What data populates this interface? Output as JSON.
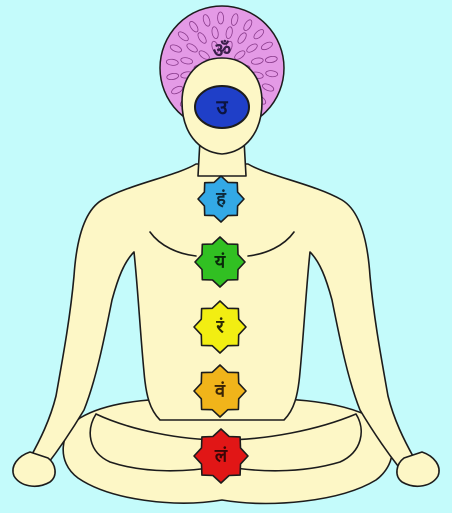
{
  "colors": {
    "background": "#c4fbfb",
    "body_fill": "#fdf7c6",
    "outline": "#1c1c1c",
    "crown": "#e49ae6",
    "third_eye": "#1f3fc8",
    "throat": "#33a9e6",
    "heart": "#31c022",
    "solar_plexus": "#f2ee12",
    "sacral": "#f1b41a",
    "root": "#e11616"
  },
  "chakras": [
    {
      "id": "crown",
      "syllable": "ॐ",
      "color": "#e49ae6",
      "icon": "lotus-icon"
    },
    {
      "id": "third-eye",
      "syllable": "उ",
      "color": "#1f3fc8",
      "icon": "eye-icon"
    },
    {
      "id": "throat",
      "syllable": "हं",
      "color": "#33a9e6",
      "icon": "star-icon"
    },
    {
      "id": "heart",
      "syllable": "यं",
      "color": "#31c022",
      "icon": "star-icon"
    },
    {
      "id": "solar-plexus",
      "syllable": "रं",
      "color": "#f2ee12",
      "icon": "star-icon"
    },
    {
      "id": "sacral",
      "syllable": "वं",
      "color": "#f1b41a",
      "icon": "star-icon"
    },
    {
      "id": "root",
      "syllable": "लं",
      "color": "#e11616",
      "icon": "star-icon"
    }
  ]
}
